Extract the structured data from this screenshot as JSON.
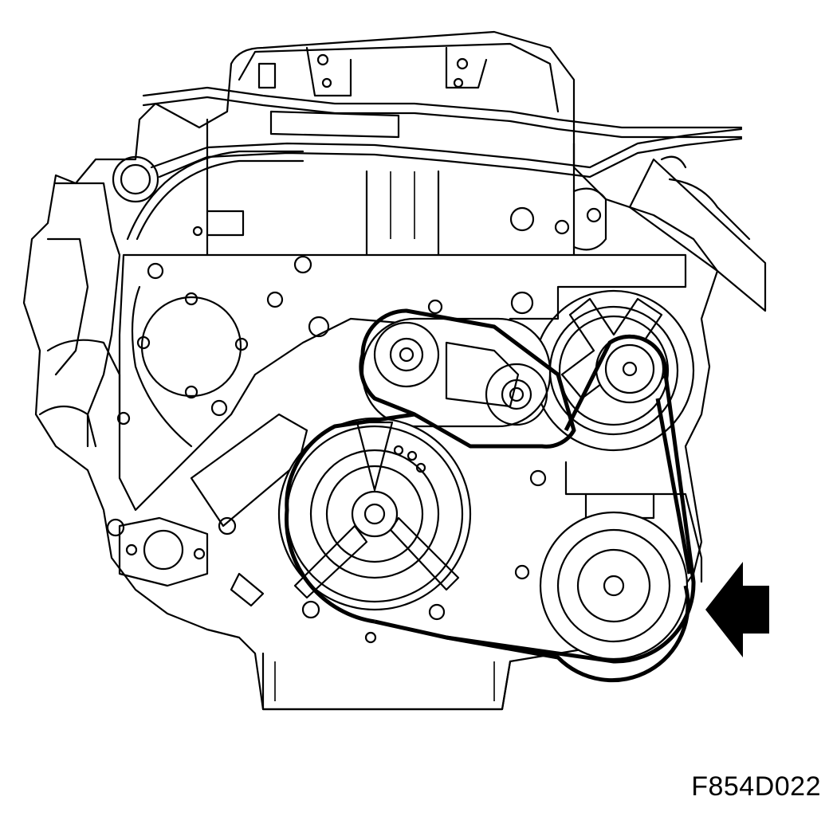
{
  "figure": {
    "code": "F854D022"
  },
  "components": [
    "engine-block-outline",
    "timing-cover",
    "crankshaft-pulley",
    "belt-tensioner",
    "power-steering-pump-pulley",
    "ac-compressor-pulley",
    "alternator-pulley",
    "idler-pulley",
    "drive-belt",
    "direction-arrow"
  ],
  "colors": {
    "line": "#000000",
    "background": "#ffffff"
  }
}
